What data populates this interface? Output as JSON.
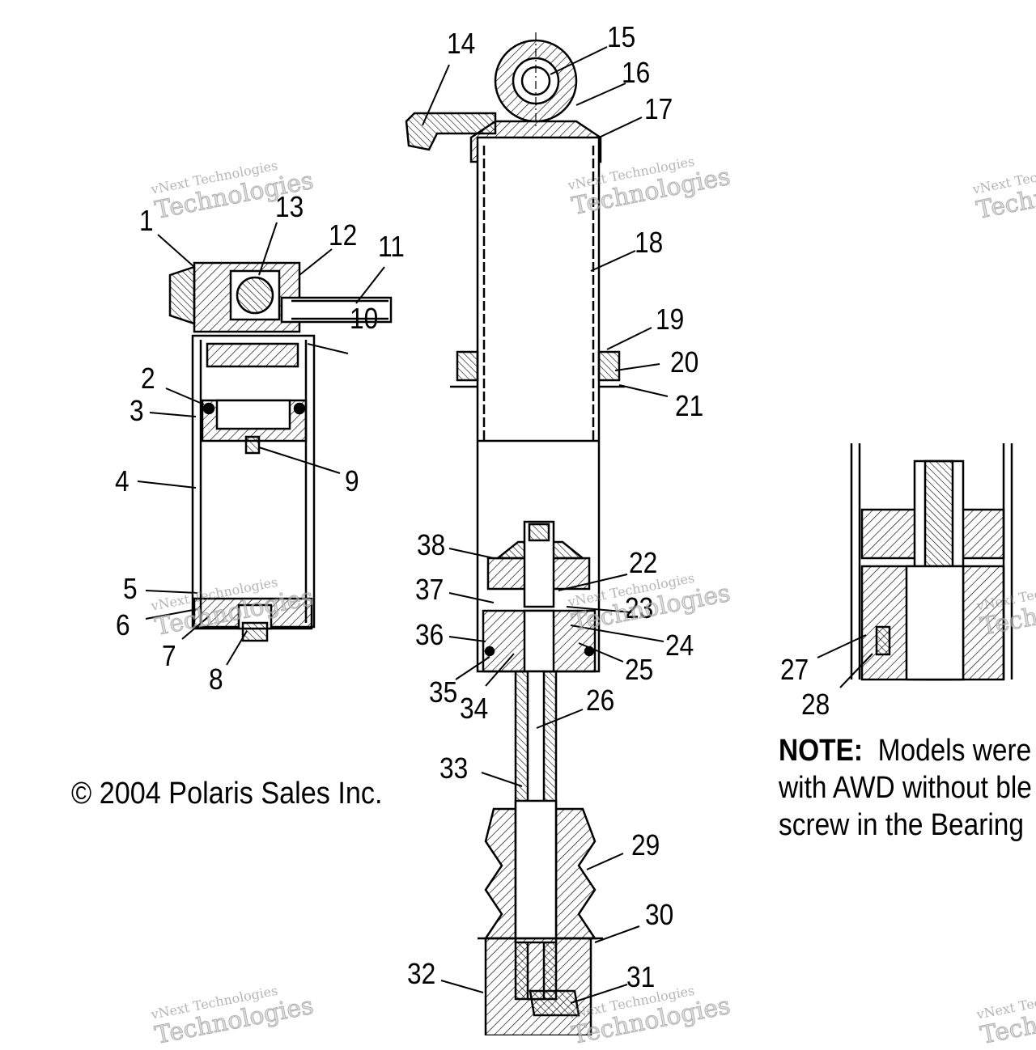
{
  "callouts": [
    "1",
    "2",
    "3",
    "4",
    "5",
    "6",
    "7",
    "8",
    "9",
    "10",
    "11",
    "12",
    "13",
    "14",
    "15",
    "16",
    "17",
    "18",
    "19",
    "20",
    "21",
    "22",
    "23",
    "24",
    "25",
    "26",
    "27",
    "28",
    "29",
    "30",
    "31",
    "32",
    "33",
    "34",
    "35",
    "36",
    "37",
    "38"
  ],
  "copyright": "© 2004 Polaris Sales Inc.",
  "note": {
    "label": "NOTE:",
    "line1": "Models were",
    "line2": "with AWD without ble",
    "line3": "screw in the Bearing"
  },
  "watermark": {
    "brand": "vNext Technologies",
    "big": "Technologies"
  }
}
